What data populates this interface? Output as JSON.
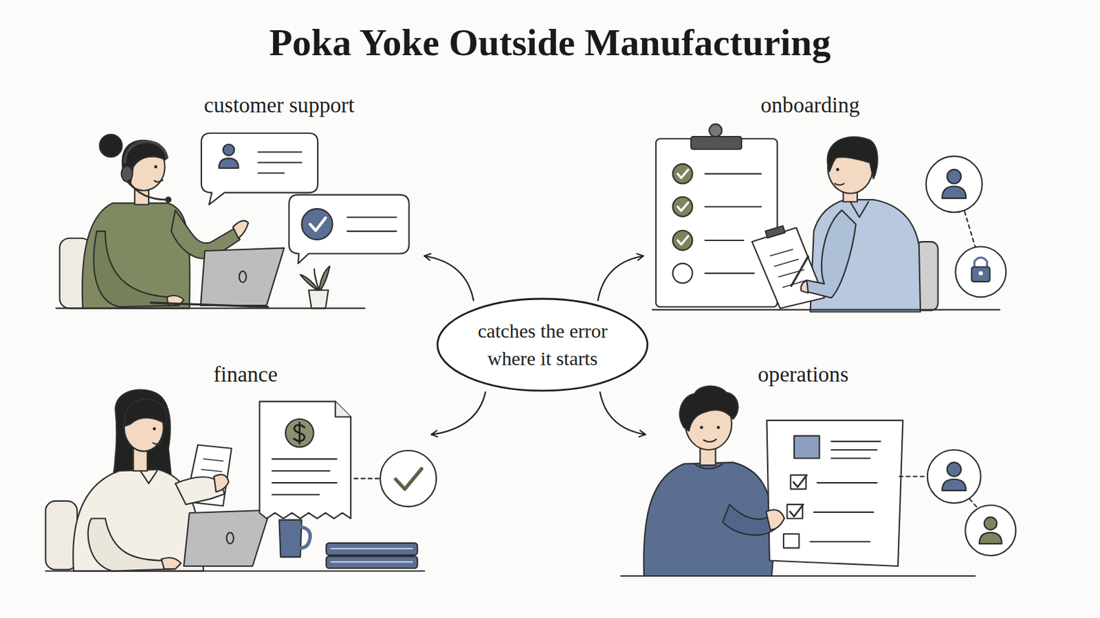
{
  "diagram": {
    "title": "Poka Yoke Outside Manufacturing",
    "nodes": [
      {
        "text": [
          "customer support"
        ]
      },
      {
        "text": [
          "onboarding"
        ]
      },
      {
        "text": [
          "catches the error where it starts"
        ]
      },
      {
        "text": [
          "finance"
        ]
      },
      {
        "text": [
          "operations"
        ]
      }
    ],
    "edges": [
      {
        "from": 2,
        "to": 0,
        "arrow": "to"
      },
      {
        "from": 2,
        "to": 1,
        "arrow": "to"
      },
      {
        "from": 2,
        "to": 3,
        "arrow": "to"
      },
      {
        "from": 2,
        "to": 4,
        "arrow": "to"
      }
    ]
  }
}
